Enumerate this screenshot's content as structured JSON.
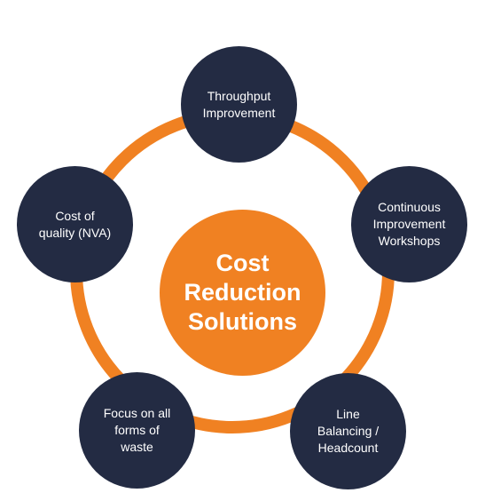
{
  "colors": {
    "ring": "#F08122",
    "center_fill": "#F08122",
    "node_fill": "#232B43",
    "text": "#FFFFFF"
  },
  "center": {
    "label": "Cost\nReduction\nSolutions"
  },
  "nodes": [
    {
      "label": "Throughput\nImprovement"
    },
    {
      "label": "Continuous\nImprovement\nWorkshops"
    },
    {
      "label": "Line\nBalancing /\nHeadcount"
    },
    {
      "label": "Focus on all\nforms of\nwaste"
    },
    {
      "label": "Cost of\nquality (NVA)"
    }
  ]
}
